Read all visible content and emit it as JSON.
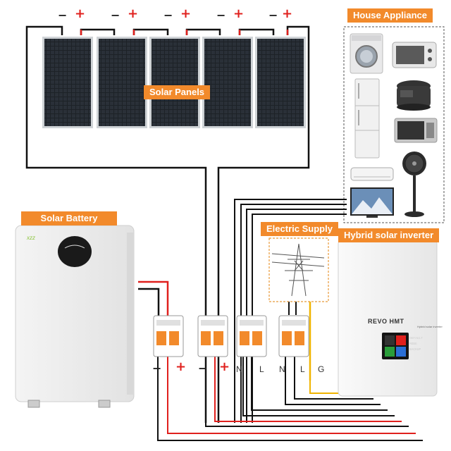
{
  "labels": {
    "solar_panels": "Solar Panels",
    "house_appliance": "House Appliance",
    "solar_battery": "Solar Battery",
    "electric_supply": "Electric Supply",
    "hybrid_inverter": "Hybrid solar inverter"
  },
  "panel_signs": {
    "minus": "−",
    "plus": "+"
  },
  "battery": {
    "logo": "xzz"
  },
  "inverter": {
    "brand": "REVO HMT",
    "subtitle": "Hybrid solar inverter",
    "keys": [
      "DEFAULT",
      "MODE",
      "BACKUP"
    ]
  },
  "terminals": {
    "battery_minus": "−",
    "battery_plus": "+",
    "panel_minus": "−",
    "panel_plus": "+",
    "n1": "N",
    "l1": "L",
    "n2": "N",
    "l2": "L",
    "g": "G"
  },
  "appliances": [
    "washing-machine",
    "toaster-oven",
    "refrigerator",
    "rice-cooker",
    "microwave",
    "electric-fan",
    "air-conditioner",
    "television"
  ],
  "colors": {
    "accent": "#f28a2b",
    "positive": "#e0201d",
    "negative": "#222222",
    "ground": "#f0b400"
  }
}
